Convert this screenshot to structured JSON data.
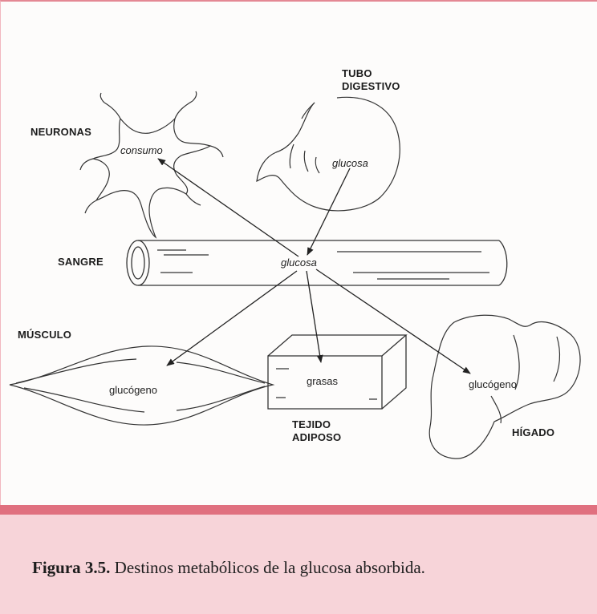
{
  "figure": {
    "organs": {
      "neuronas": "NEURONAS",
      "tubo_line1": "TUBO",
      "tubo_line2": "DIGESTIVO",
      "sangre": "SANGRE",
      "musculo": "MÚSCULO",
      "tejido_line1": "TEJIDO",
      "tejido_line2": "ADIPOSO",
      "higado": "HÍGADO"
    },
    "inner": {
      "consumo": "consumo",
      "glucosa_tubo": "glucosa",
      "glucosa_sangre": "glucosa",
      "glucogeno_musculo": "glucógeno",
      "grasas": "grasas",
      "glucogeno_higado": "glucógeno"
    }
  },
  "caption": {
    "number": "Figura 3.5.",
    "text": " Destinos metabólicos de la glucosa absorbida."
  },
  "colors": {
    "caption_band": "#e0707f",
    "caption_bg": "#f7d4d9"
  }
}
